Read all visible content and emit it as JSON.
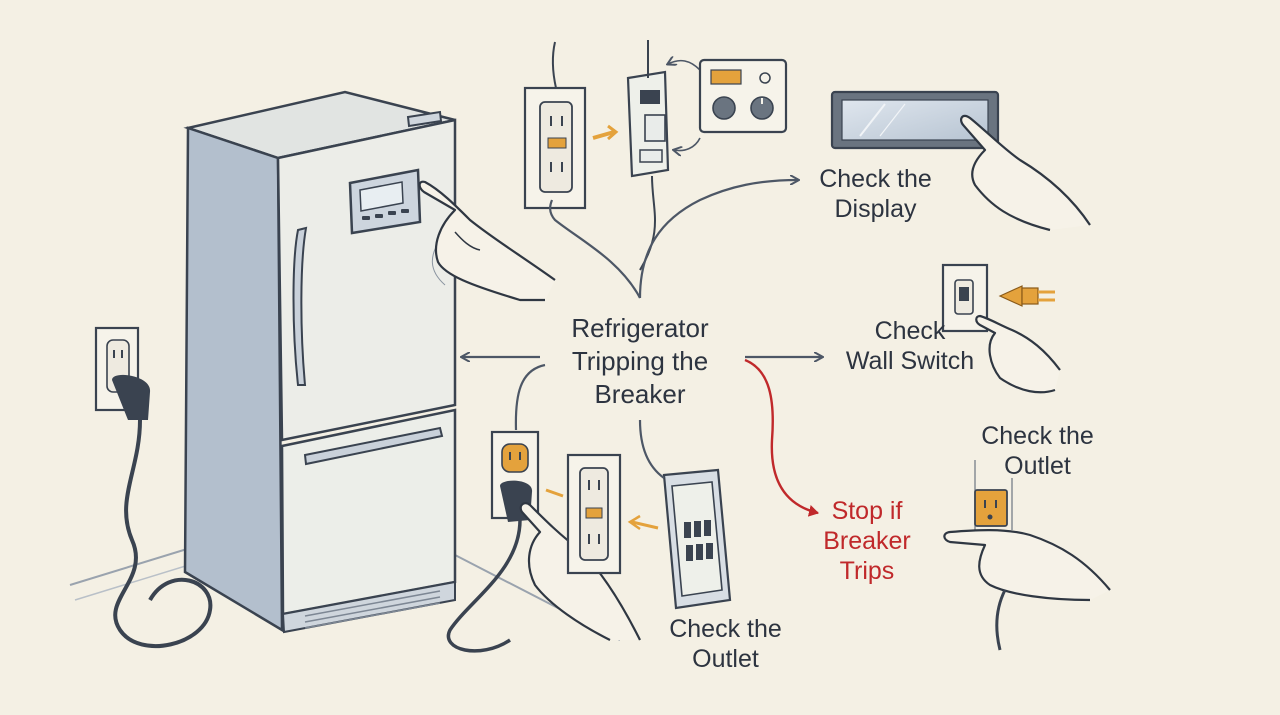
{
  "center_title": {
    "line1": "Refrigerator",
    "line2": "Tripping the",
    "line3": "Breaker"
  },
  "labels": {
    "check_display": {
      "line1": "Check the",
      "line2": "Display"
    },
    "check_wall_switch": {
      "line1": "Check",
      "line2": "Wall Switch"
    },
    "check_outlet_right": {
      "line1": "Check the",
      "line2": "Outlet"
    },
    "check_outlet_bottom": {
      "line1": "Check the",
      "line2": "Outlet"
    },
    "stop_if_breaker_trips": {
      "line1": "Stop if",
      "line2": "Breaker",
      "line3": "Trips"
    }
  },
  "colors": {
    "background": "#f4f0e4",
    "ink": "#2d3440",
    "arrow": "#4d5766",
    "warning": "#c0292b",
    "accent": "#e4a23c",
    "appliance": "#e9ebe6",
    "appliance_shadow": "#aeb8c6"
  }
}
